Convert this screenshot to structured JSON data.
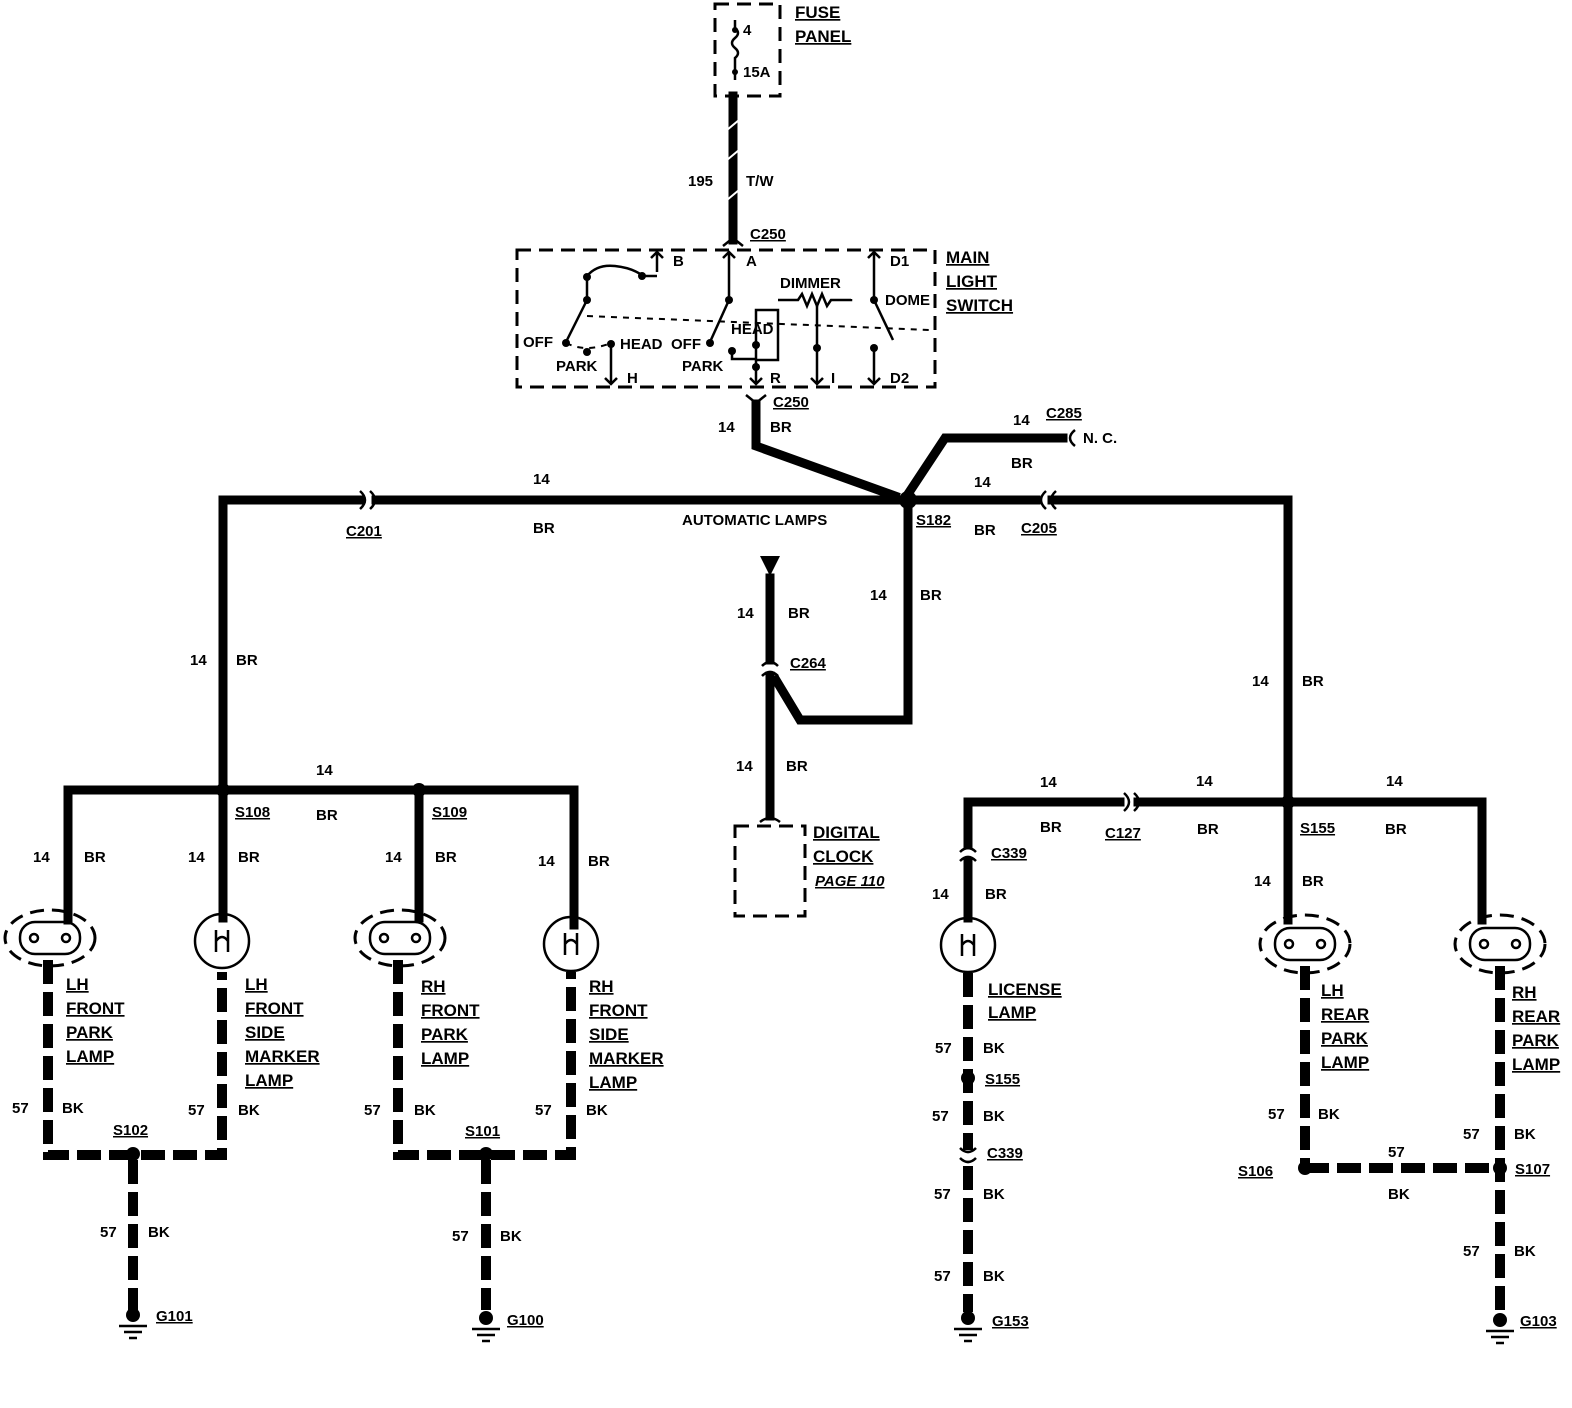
{
  "fuse_panel": {
    "title_line1": "FUSE",
    "title_line2": "PANEL",
    "fuse_number": "4",
    "fuse_rating": "15A"
  },
  "wires": {
    "fuse_to_switch_gauge": "195",
    "fuse_to_switch_color": "T/W",
    "switch_out_gauge": "14",
    "switch_out_color": "BR",
    "nc_gauge": "14",
    "nc_color": "BR",
    "nc_label": "N. C.",
    "left_top_gauge": "14",
    "left_top_color": "BR",
    "right_top_gauge": "14",
    "right_top_color": "BR",
    "s182_down_gauge": "14",
    "s182_down_color": "BR",
    "clock_upper_gauge": "14",
    "clock_upper_color": "BR",
    "clock_lower_gauge": "14",
    "clock_lower_color": "BR",
    "left_vertical_gauge": "14",
    "left_vertical_color": "BR",
    "right_vertical_gauge": "14",
    "right_vertical_color": "BR",
    "front_bus_gauge": "14",
    "front_bus_color": "BR",
    "rear_bus_gauges": [
      "14",
      "14",
      "14"
    ],
    "rear_bus_colors": [
      "BR",
      "BR",
      "BR"
    ],
    "lamp_feed_gauge": "14",
    "lamp_feed_color": "BR",
    "ground_gauge": "57",
    "ground_color": "BK"
  },
  "main_switch": {
    "title_line1": "MAIN",
    "title_line2": "LIGHT",
    "title_line3": "SWITCH",
    "terminals": {
      "b": "B",
      "a": "A",
      "d1": "D1",
      "h": "H",
      "r": "R",
      "i": "I",
      "d2": "D2"
    },
    "positions": {
      "off": "OFF",
      "park": "PARK",
      "head": "HEAD",
      "dimmer": "DIMMER",
      "dome": "DOME"
    }
  },
  "connectors": {
    "c250": "C250",
    "c285": "C285",
    "c201": "C201",
    "c205": "C205",
    "c264": "C264",
    "c127": "C127",
    "c339": "C339"
  },
  "splices": {
    "s182": "S182",
    "s108": "S108",
    "s109": "S109",
    "s155": "S155",
    "s102": "S102",
    "s101": "S101",
    "s106": "S106",
    "s107": "S107"
  },
  "automatic_lamps_label": "AUTOMATIC LAMPS",
  "digital_clock": {
    "line1": "DIGITAL",
    "line2": "CLOCK",
    "page_ref": "PAGE 110"
  },
  "lamps": {
    "lh_front_park": [
      "LH",
      "FRONT",
      "PARK",
      "LAMP"
    ],
    "lh_front_side_marker": [
      "LH",
      "FRONT",
      "SIDE",
      "MARKER",
      "LAMP"
    ],
    "rh_front_park": [
      "RH",
      "FRONT",
      "PARK",
      "LAMP"
    ],
    "rh_front_side_marker": [
      "RH",
      "FRONT",
      "SIDE",
      "MARKER",
      "LAMP"
    ],
    "license": [
      "LICENSE",
      "LAMP"
    ],
    "lh_rear_park": [
      "LH",
      "REAR",
      "PARK",
      "LAMP"
    ],
    "rh_rear_park": [
      "RH",
      "REAR",
      "PARK",
      "LAMP"
    ]
  },
  "grounds": {
    "g101": "G101",
    "g100": "G100",
    "g153": "G153",
    "g103": "G103"
  }
}
